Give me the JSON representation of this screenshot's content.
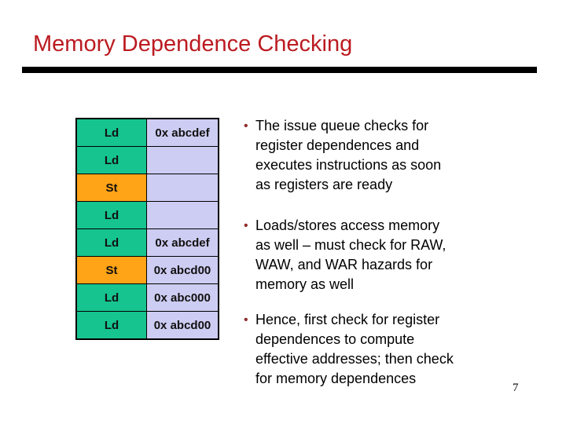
{
  "slide": {
    "title": "Memory Dependence Checking",
    "page_number": "7",
    "bullet_glyph": "•"
  },
  "colors": {
    "title": "#BB1B21",
    "load_cell": "#16C48F",
    "store_cell": "#FFA317",
    "addr_cell": "#CDCCF2",
    "bullet_marker": "#8F2B2B",
    "rule": "#000000"
  },
  "table": {
    "columns": [
      "operation",
      "address"
    ],
    "rows": [
      {
        "op": "Ld",
        "type": "load",
        "addr": "0x abcdef"
      },
      {
        "op": "Ld",
        "type": "load",
        "addr": ""
      },
      {
        "op": "St",
        "type": "store",
        "addr": ""
      },
      {
        "op": "Ld",
        "type": "load",
        "addr": ""
      },
      {
        "op": "Ld",
        "type": "load",
        "addr": "0x abcdef"
      },
      {
        "op": "St",
        "type": "store",
        "addr": "0x abcd00"
      },
      {
        "op": "Ld",
        "type": "load",
        "addr": "0x abc000"
      },
      {
        "op": "Ld",
        "type": "load",
        "addr": "0x abcd00"
      }
    ]
  },
  "bullets": [
    {
      "lines": [
        "The issue queue checks for",
        "register dependences and",
        "executes instructions as soon",
        "as registers are ready"
      ]
    },
    {
      "lines": [
        "Loads/stores access memory",
        "as well – must check for RAW,",
        "WAW, and WAR hazards for",
        "memory as well"
      ]
    },
    {
      "lines": [
        "Hence, first check for register",
        "dependences to compute",
        "effective addresses; then check",
        "for memory dependences"
      ]
    }
  ]
}
